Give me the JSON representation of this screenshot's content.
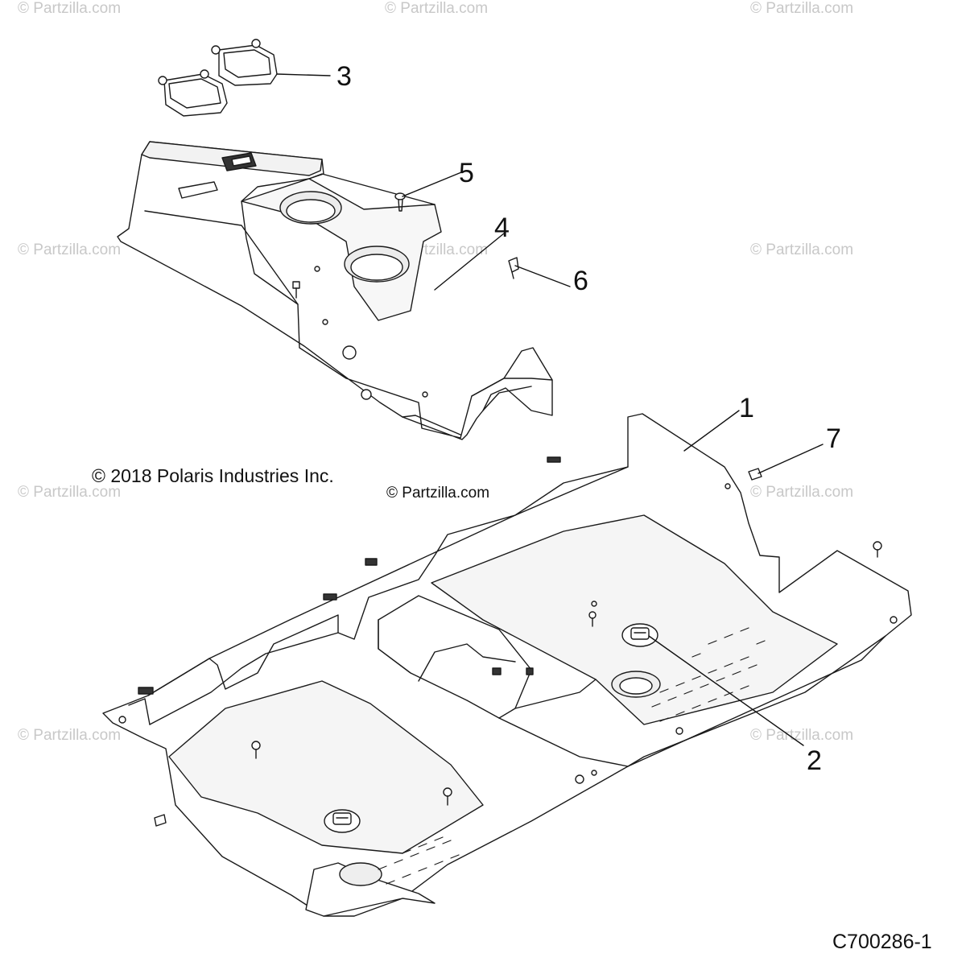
{
  "watermark_text": "© Partzilla.com",
  "copyright": "© 2018 Polaris Industries Inc.",
  "site_credit": "© Partzilla.com",
  "drawing_number": "C700286-1",
  "callouts": [
    "1",
    "2",
    "3",
    "4",
    "5",
    "6",
    "7"
  ]
}
